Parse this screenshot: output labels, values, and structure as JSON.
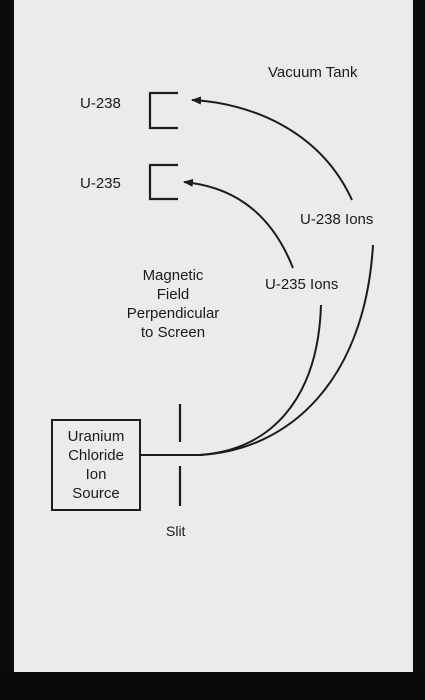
{
  "labels": {
    "vacuum_tank": "Vacuum Tank",
    "u238": "U-238",
    "u235": "U-235",
    "u238_ions": "U-238 Ions",
    "u235_ions": "U-235 Ions",
    "magnetic_field": "Magnetic\nField\nPerpendicular\nto Screen",
    "ion_source": "Uranium\nChloride\nIon\nSource",
    "slit": "Slit"
  },
  "colors": {
    "paper": "#ecebe9",
    "ink": "#1c1c1c",
    "background": "#0c0c0c"
  }
}
